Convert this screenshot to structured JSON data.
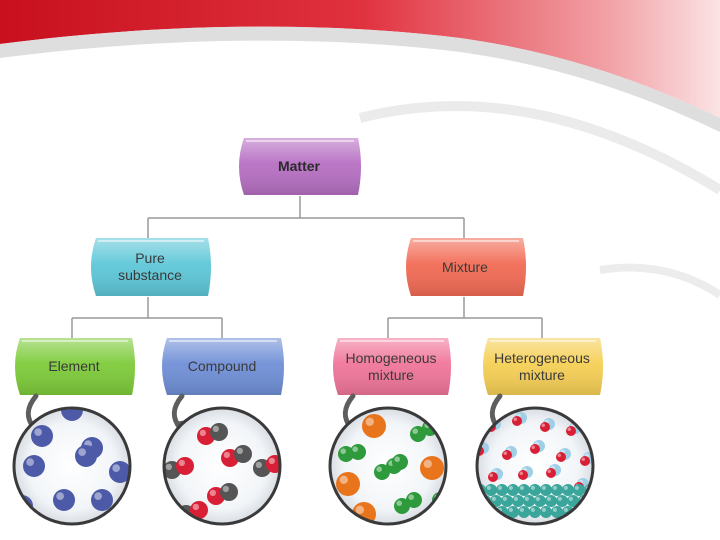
{
  "diagram": {
    "root": {
      "label": "Matter",
      "color": "#b66fc2"
    },
    "level1": [
      {
        "label": "Pure\nsubstance",
        "color": "#5ec7d8"
      },
      {
        "label": "Mixture",
        "color": "#f26b55"
      }
    ],
    "level2": [
      {
        "label": "Element",
        "color": "#7ecb3a"
      },
      {
        "label": "Compound",
        "color": "#6f8fd6"
      },
      {
        "label": "Homogeneous\nmixture",
        "color": "#f0759a"
      },
      {
        "label": "Heterogeneous\nmixture",
        "color": "#f5cf55"
      }
    ],
    "illustrations": [
      {
        "name": "element-particles",
        "particle_colors": [
          "#4c5aa8"
        ]
      },
      {
        "name": "compound-particles",
        "particle_colors": [
          "#555555",
          "#d91f35"
        ]
      },
      {
        "name": "homogeneous-mixture-particles",
        "particle_colors": [
          "#e8741c",
          "#2e9a3c"
        ]
      },
      {
        "name": "heterogeneous-mixture-particles",
        "particle_colors": [
          "#d91f35",
          "#3aa59a",
          "#9fcfe6"
        ]
      }
    ]
  }
}
